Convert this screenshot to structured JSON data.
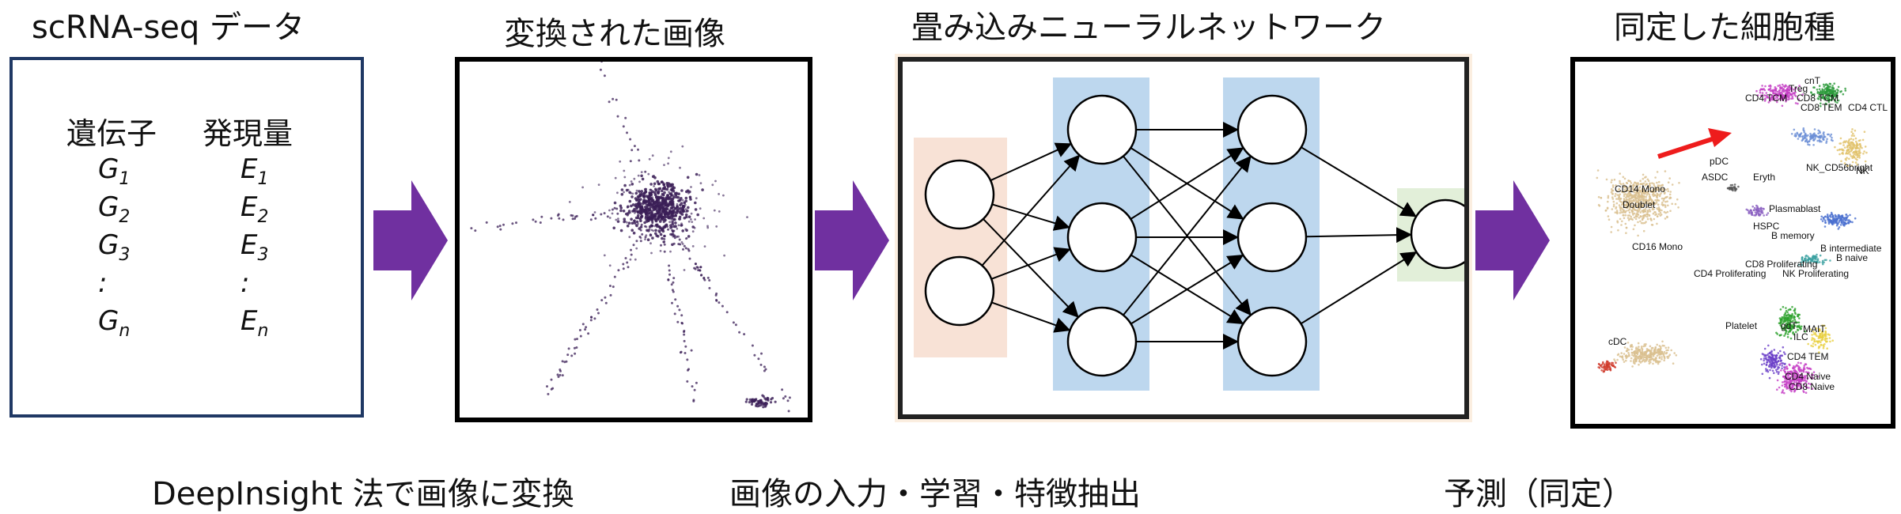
{
  "titles": {
    "panel1": "scRNA-seq データ",
    "panel2": "変換された画像",
    "panel3": "畳み込みニューラルネットワーク",
    "panel4": "同定した細胞種"
  },
  "table": {
    "col1_header": "遺伝子",
    "col2_header": "発現量",
    "genes": [
      {
        "base": "G",
        "sub": "1"
      },
      {
        "base": "G",
        "sub": "2"
      },
      {
        "base": "G",
        "sub": "3"
      },
      {
        "base": ":",
        "sub": ""
      },
      {
        "base": "G",
        "sub": "n"
      }
    ],
    "exprs": [
      {
        "base": "E",
        "sub": "1"
      },
      {
        "base": "E",
        "sub": "2"
      },
      {
        "base": "E",
        "sub": "3"
      },
      {
        "base": ":",
        "sub": ""
      },
      {
        "base": "E",
        "sub": "n"
      }
    ]
  },
  "captions": {
    "step1": "DeepInsight 法で画像に変換",
    "step2": "画像の入力・学習・特徴抽出",
    "step3": "予測（同定）"
  },
  "cell_labels": [
    "cnT",
    "Treg",
    "CD4 TCM",
    "CD8 TCM",
    "CD8 TEM",
    "CD4 CTL",
    "NK_CD56bright",
    "NK",
    "pDC",
    "ASDC",
    "Eryth",
    "CD14 Mono",
    "Doublet",
    "CD16 Mono",
    "Plasmablast",
    "HSPC",
    "B memory",
    "B intermediate",
    "B naive",
    "CD8 Proliferating",
    "CD4 Proliferating",
    "NK Proliferating",
    "gdT",
    "MAIT",
    "ILC",
    "CD4 TEM",
    "Platelet",
    "CD4 Naive",
    "CD8 Naive",
    "cDC"
  ],
  "colors": {
    "arrow": "#7030a0",
    "panel1_border": "#1f3864",
    "input_layer": "#f8e2d6",
    "hidden_layer": "#bdd7ee",
    "output_layer": "#e2efd9",
    "highlight_arrow": "#ee1c1c"
  },
  "icons": [
    "right-arrow-icon"
  ]
}
